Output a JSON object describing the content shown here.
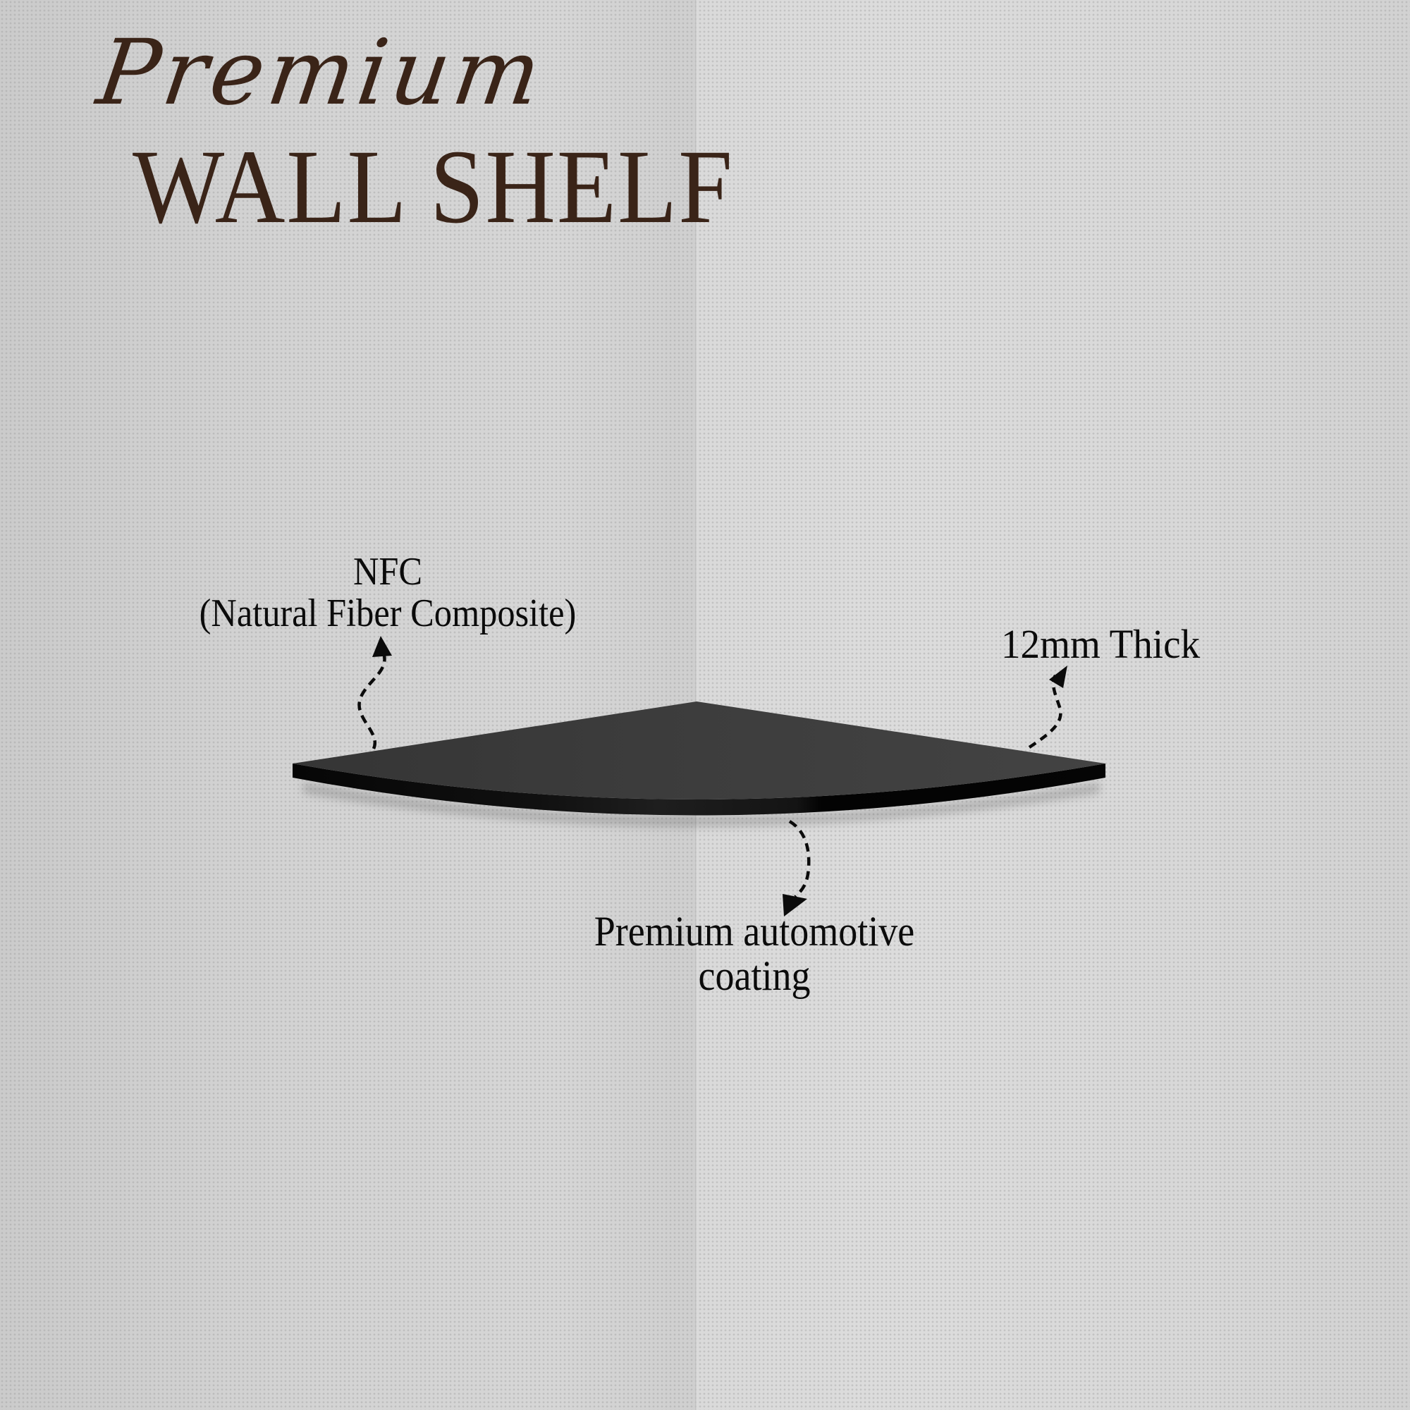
{
  "title": {
    "script": "Premium",
    "main": "WALL SHELF"
  },
  "callouts": [
    {
      "id": "material",
      "line1": "NFC",
      "line2": "(Natural Fiber Composite)"
    },
    {
      "id": "thickness",
      "line1": "12mm Thick"
    },
    {
      "id": "finish",
      "line1": "Premium automotive",
      "line2": "coating"
    }
  ],
  "colors": {
    "title": "#3a2418",
    "label_text": "#0b0b0b",
    "shelf_top": "#3c3c3c",
    "shelf_edge": "#0c0c0c",
    "wall_left": "#d0d0d0",
    "wall_right": "#dadada"
  },
  "icons": {
    "arrows": [
      "dashed-curved-arrow-up",
      "dashed-curved-arrow-up",
      "dashed-curved-arrow-down"
    ]
  }
}
